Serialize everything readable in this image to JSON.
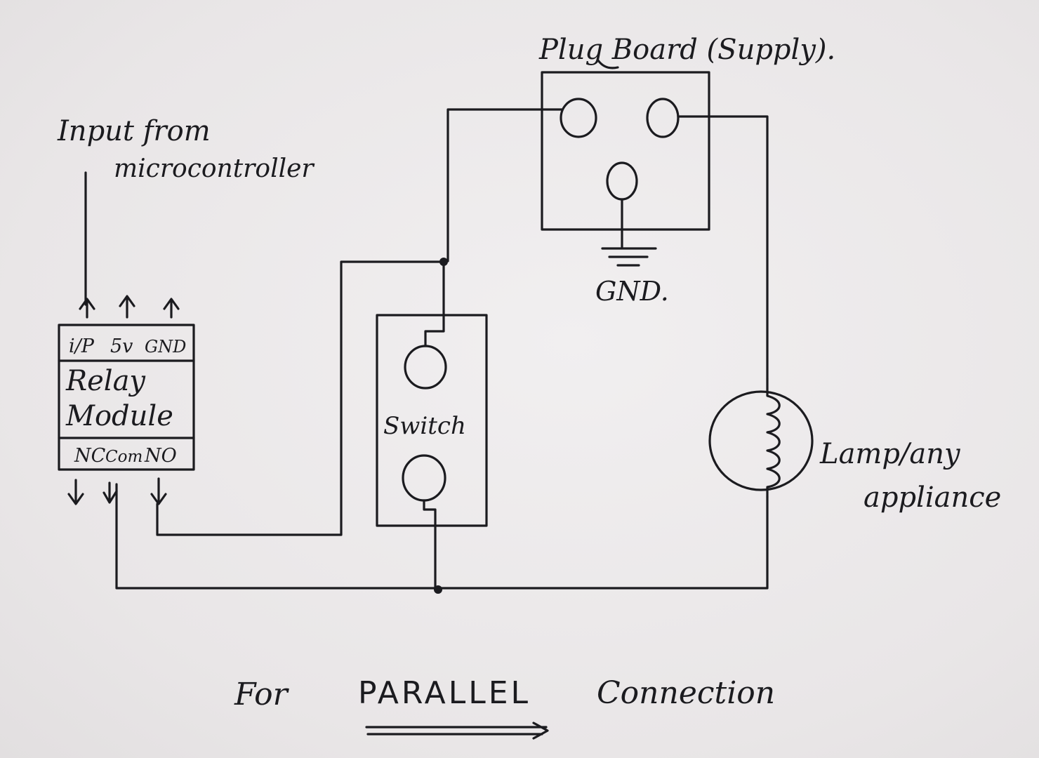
{
  "labels": {
    "plug_board": "Plug Board (Supply).",
    "input_line1": "Input from",
    "input_line2": "microcontroller",
    "relay_pins_top": [
      "i/P",
      "5v",
      "GND"
    ],
    "relay_line1": "Relay",
    "relay_line2": "Module",
    "relay_pins_bottom": [
      "NC",
      "Com",
      "NO"
    ],
    "switch": "Switch",
    "gnd": "GND.",
    "lamp_line1": "Lamp/any",
    "lamp_line2": "appliance",
    "footer_for": "For",
    "footer_parallel": "PARALLEL",
    "footer_connection": "Connection"
  },
  "colors": {
    "ink": "#1b1b1f",
    "paper": "#ece9ea"
  }
}
